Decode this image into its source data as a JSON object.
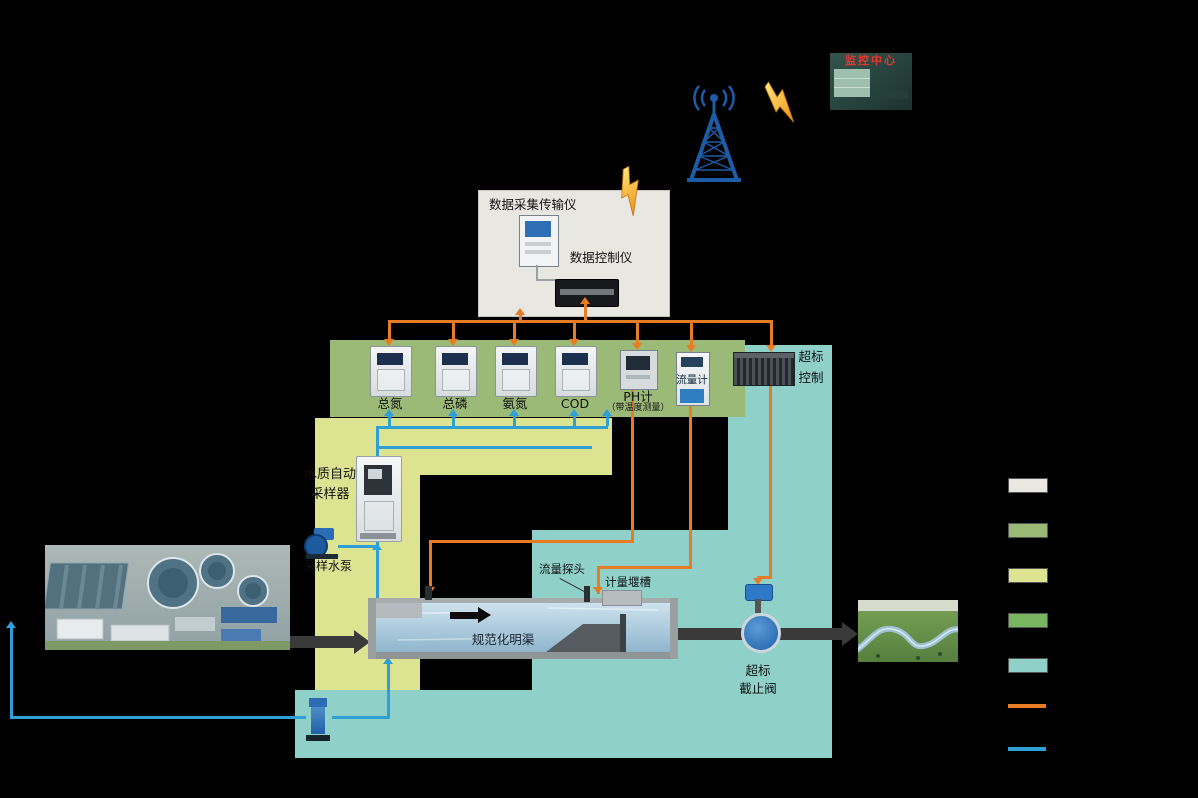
{
  "monitor": {
    "caption": "监控中心"
  },
  "data_box": {
    "title": "数据采集传输仪",
    "controller": "数据控制仪"
  },
  "instruments": {
    "analyzers": [
      {
        "label": "总氮"
      },
      {
        "label": "总磷"
      },
      {
        "label": "氨氮"
      },
      {
        "label": "COD"
      }
    ],
    "ph": {
      "label": "PH计",
      "sub": "（带温度测量）"
    },
    "flow": {
      "label": "流量计"
    },
    "exceed": {
      "line1": "超标",
      "line2": "控制"
    }
  },
  "sampling": {
    "auto1": "水质自动",
    "auto2": "采样器",
    "pump": "采样水泵"
  },
  "channel": {
    "name": "规范化明渠",
    "probe": "流量探头",
    "weir": "计量堰槽"
  },
  "valve": {
    "line1": "超标",
    "line2": "截止阀"
  },
  "colors": {
    "orange": "#e87c25",
    "blue": "#2f9fd8",
    "green": "#9cba77",
    "yellow": "#dde491",
    "teal": "#8fd0c9",
    "dark_green": "#79b55e",
    "graybox": "#e9e7e2",
    "pipe": "#3a3a3a",
    "tower": "#1d5ca6"
  },
  "legend": {
    "swatches": [
      {
        "color": "#e9e7e2"
      },
      {
        "color": "#9cba77"
      },
      {
        "color": "#dde491"
      },
      {
        "color": "#79b55e"
      },
      {
        "color": "#8fd0c9"
      }
    ],
    "lines": [
      {
        "color": "#e87c25"
      },
      {
        "color": "#2f9fd8"
      }
    ]
  }
}
